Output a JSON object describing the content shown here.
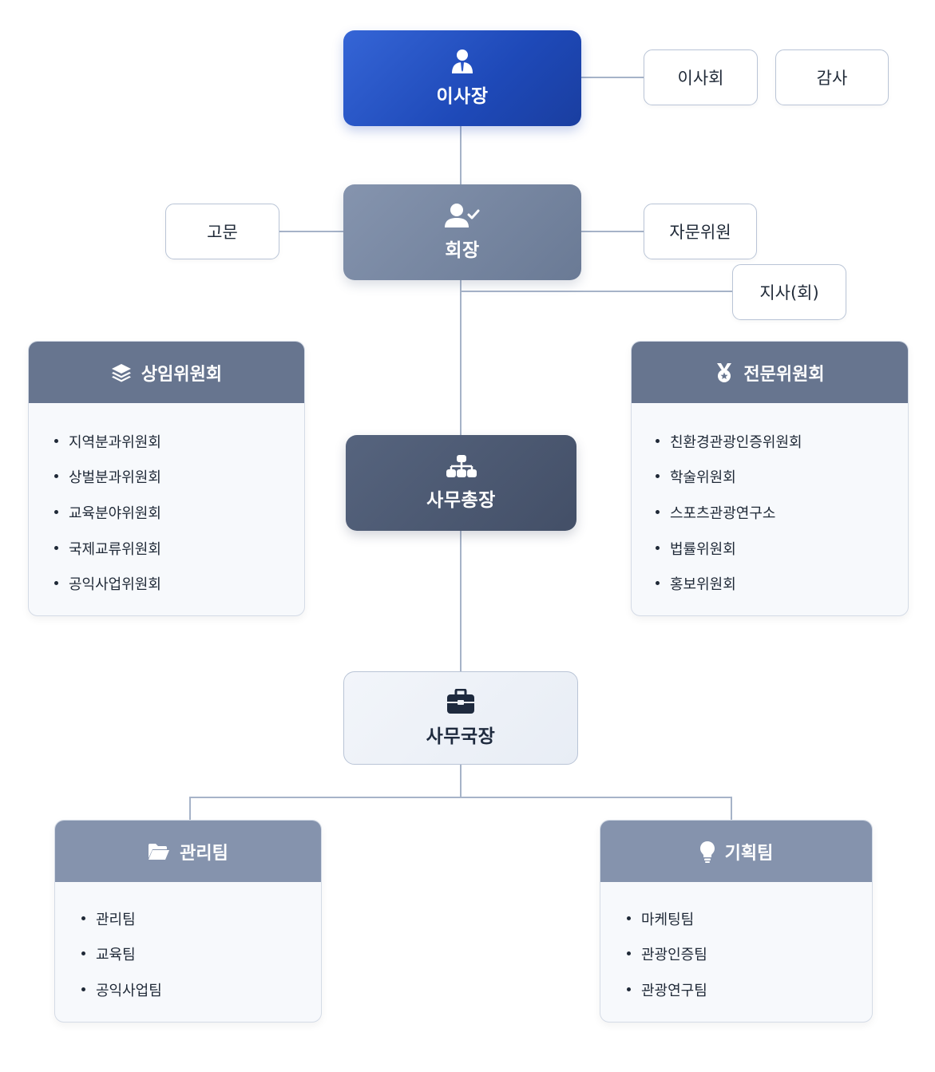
{
  "chairman": {
    "label": "이사장",
    "icon": "person-icon"
  },
  "board": "이사회",
  "audit": "감사",
  "president": {
    "label": "회장",
    "icon": "user-check-icon"
  },
  "advisor": "고문",
  "advisory_members": "자문위원",
  "branch": "지사(회)",
  "secretary_general": {
    "label": "사무총장",
    "icon": "org-chart-icon"
  },
  "director": {
    "label": "사무국장",
    "icon": "briefcase-icon"
  },
  "standing_committee": {
    "title": "상임위원회",
    "icon": "layers-icon",
    "items": [
      "지역분과위원회",
      "상벌분과위원회",
      "교육분야위원회",
      "국제교류위원회",
      "공익사업위원회"
    ]
  },
  "expert_committee": {
    "title": "전문위원회",
    "icon": "medal-icon",
    "items": [
      "친환경관광인증위원회",
      "학술위원회",
      "스포츠관광연구소",
      "법률위원회",
      "홍보위원회"
    ]
  },
  "management_team": {
    "title": "관리팀",
    "icon": "folder-icon",
    "items": [
      "관리팀",
      "교육팀",
      "공익사업팀"
    ]
  },
  "planning_team": {
    "title": "기획팀",
    "icon": "lightbulb-icon",
    "items": [
      "마케팅팀",
      "관광인증팀",
      "관광연구팀"
    ]
  },
  "colors": {
    "chairman": "#2a57c9",
    "president": "#7585a0",
    "secretary_general": "#4b5872",
    "director": "#eef2f8",
    "connector": "#a6b3c8"
  }
}
